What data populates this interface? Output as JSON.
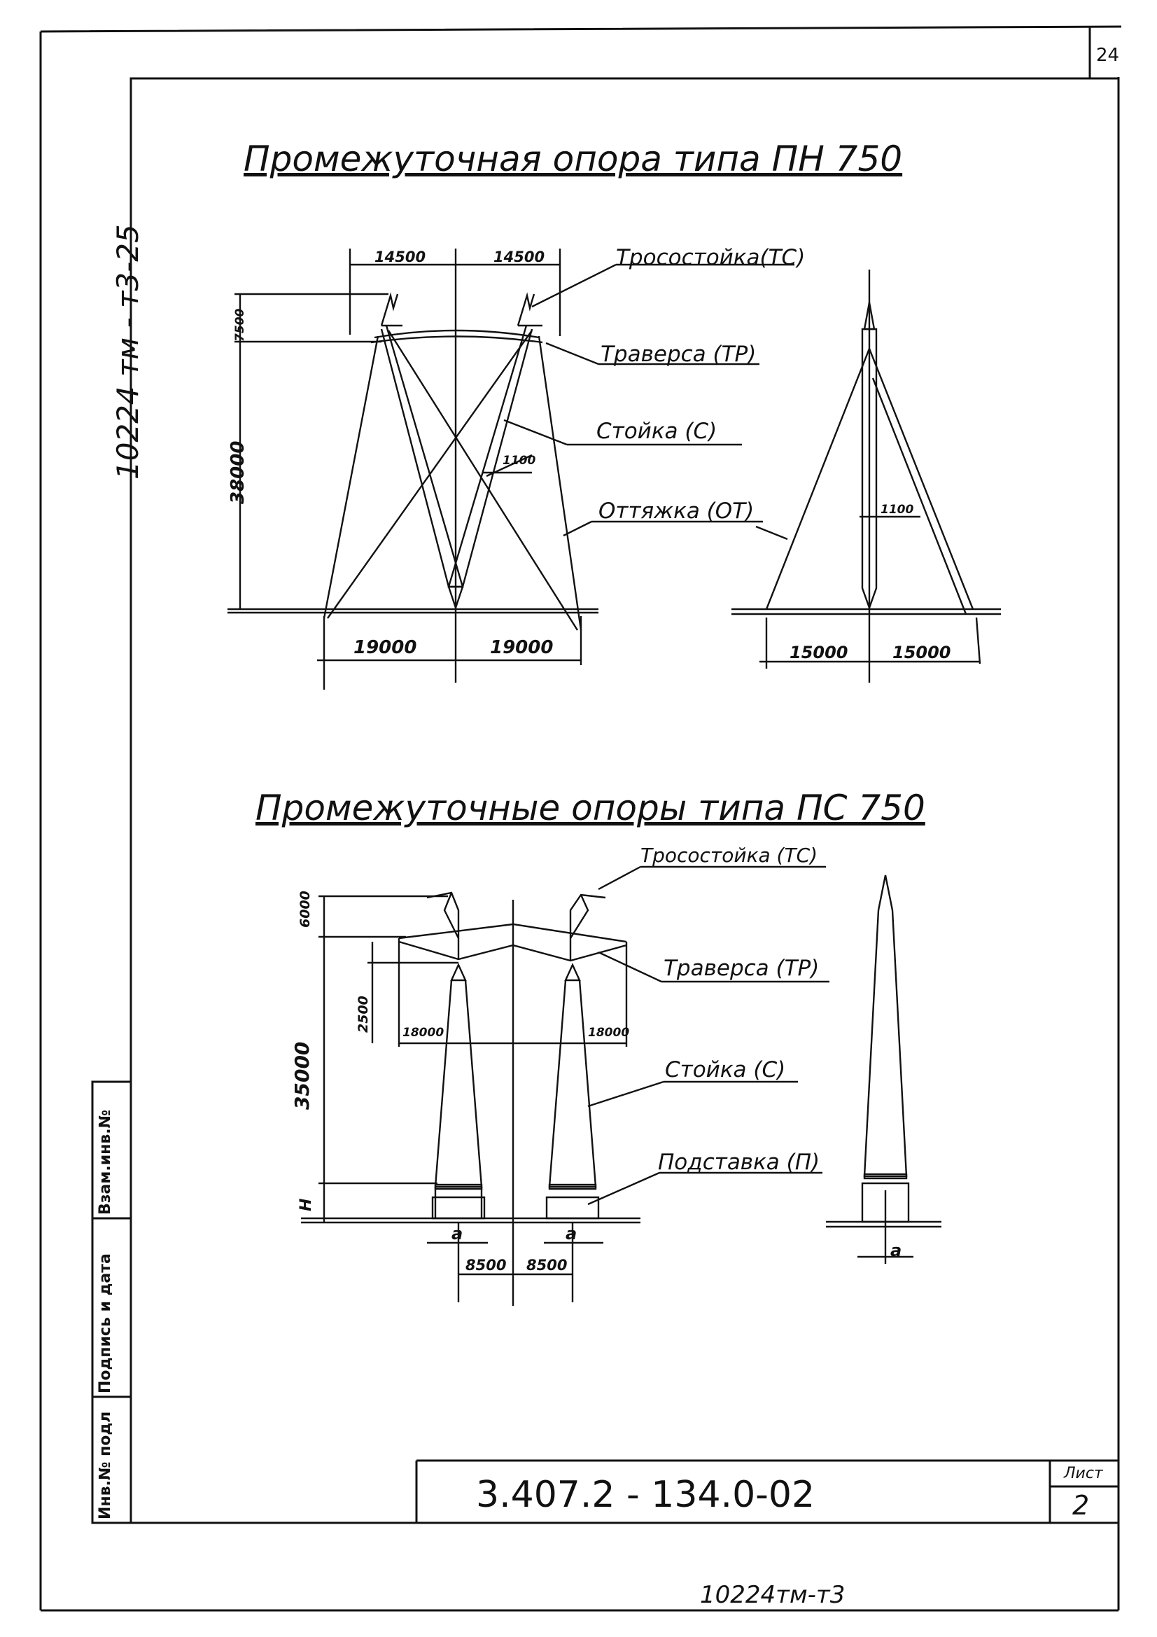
{
  "page_number": "24",
  "side_code": "10224 тм - т3-25",
  "top": {
    "title": "Промежуточная опора типа ПН 750",
    "labels": {
      "ts": "Тросостойка(ТС)",
      "tr": "Траверса (ТР)",
      "s": "Стойка (С)",
      "ot": "Оттяжка (ОТ)"
    },
    "dims": {
      "left_span": "14500",
      "right_span": "14500",
      "top_h": "7500",
      "height": "38000",
      "stand": "1100",
      "base_left": "19000",
      "base_right": "19000",
      "side_stand": "1100",
      "side_left": "15000",
      "side_right": "15000"
    }
  },
  "bottom": {
    "title": "Промежуточные опоры типа ПС 750",
    "labels": {
      "ts": "Тросостойка (ТС)",
      "tr": "Траверса (ТР)",
      "s": "Стойка (С)",
      "p": "Подставка (П)"
    },
    "dims": {
      "top_h": "6000",
      "tr_h": "2500",
      "height": "35000",
      "h": "H",
      "left_w": "18000",
      "right_w": "18000",
      "a": "a",
      "half1": "8500",
      "half2": "8500"
    }
  },
  "stamp": {
    "labels": [
      "Инв.№ подл",
      "Подпись и дата",
      "Взам.инв.№"
    ],
    "doc_code": "3.407.2 - 134.0-02",
    "sheet_label": "Лист",
    "sheet_number": "2"
  },
  "bottom_code": "10224тм-т3"
}
